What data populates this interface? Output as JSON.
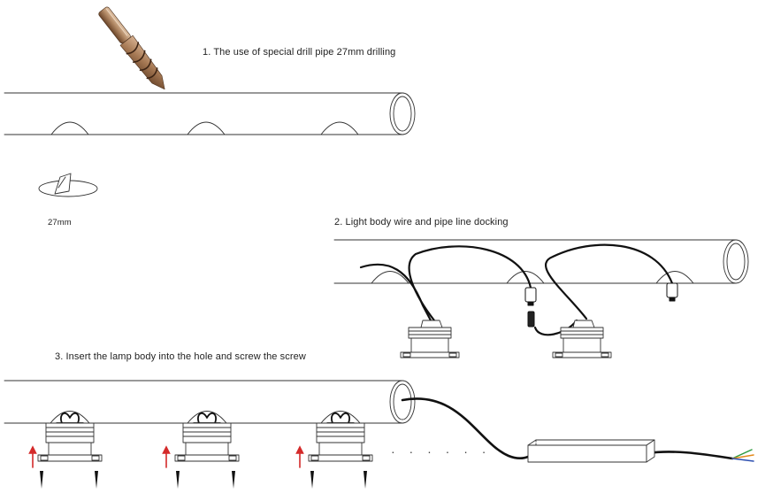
{
  "steps": {
    "step1": "1. The use of special drill pipe 27mm drilling",
    "step2": "2. Light body wire and pipe line docking",
    "step3": "3. Insert the lamp body into the hole and screw the screw"
  },
  "hole_size": "27mm",
  "continuation": "· · · · · ·",
  "colors": {
    "line": "#333333",
    "cable": "#111111",
    "arrow": "#d42a2a",
    "drill_dark": "#5e3b22",
    "drill_mid": "#a57853",
    "drill_light": "#d8b292",
    "wire_green": "#2e9b3f",
    "wire_orange": "#e38a1c",
    "wire_blue": "#2d4fb0"
  },
  "icons": [
    "drill-bit-icon",
    "pipe-icon",
    "hole-icon",
    "lamp-body-icon",
    "connector-icon",
    "screw-icon",
    "up-arrow-icon",
    "power-driver-icon"
  ]
}
